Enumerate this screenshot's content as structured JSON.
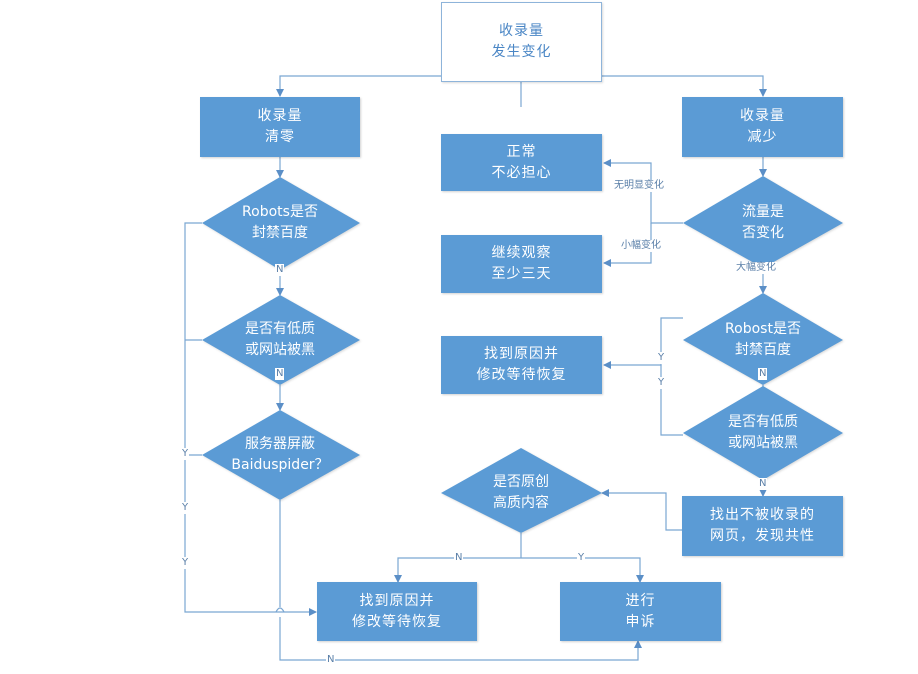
{
  "diagram": {
    "colors": {
      "node_fill": "#5b9bd5",
      "edge": "#7aa6d2",
      "start_border": "#8eb4da",
      "start_text": "#4a86c5"
    },
    "nodes": {
      "start": "收录量\n发生变化",
      "cleared": "收录量\n清零",
      "decreased": "收录量\n减少",
      "robots_left": "Robots是否\n封禁百度",
      "lowquality_left": "是否有低质\n或网站被黑",
      "server_block": "服务器屏蔽\nBaiduspider？",
      "fix_bottom": "找到原因并\n修改等待恢复",
      "appeal": "进行\n申诉",
      "normal": "正常\n不必担心",
      "observe": "继续观察\n至少三天",
      "traffic_change": "流量是\n否变化",
      "robots_right": "Robost是否\n封禁百度",
      "fix_middle": "找到原因并\n修改等待恢复",
      "lowquality_right": "是否有低质\n或网站被黑",
      "find_pages": "找出不被收录的\n网页，发现共性",
      "original_content": "是否原创\n高质内容"
    },
    "edge_labels": {
      "no_obvious_change": "无明显变化",
      "small_change": "小幅变化",
      "large_change": "大幅变化",
      "n1": "N",
      "n2": "N",
      "n3": "N",
      "n4": "N",
      "n5": "N",
      "n6": "N",
      "y1": "Y",
      "y2": "Y",
      "y3": "Y",
      "y4": "Y",
      "y5": "Y",
      "y6": "Y"
    }
  }
}
